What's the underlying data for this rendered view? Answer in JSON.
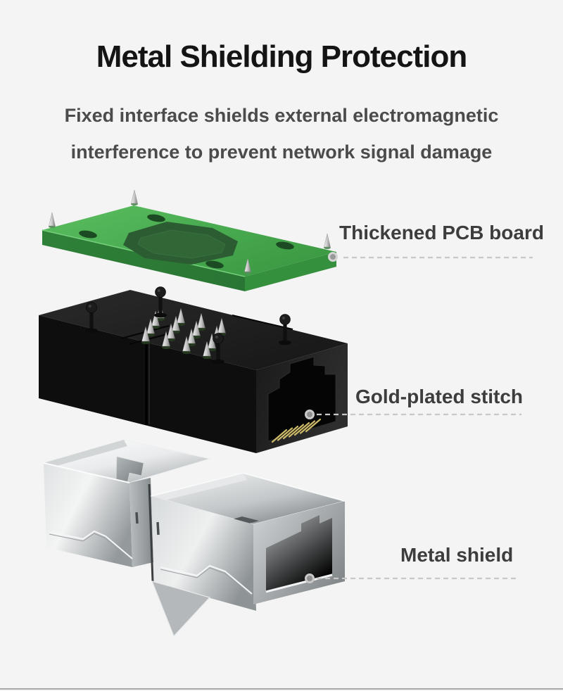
{
  "header": {
    "title": "Metal Shielding Protection",
    "subtitle_line1": "Fixed interface shields external electromagnetic",
    "subtitle_line2": "interference to prevent network signal damage"
  },
  "callouts": {
    "pcb": {
      "label": "Thickened PCB board"
    },
    "stitch": {
      "label": "Gold-plated stitch"
    },
    "shield": {
      "label": "Metal shield"
    }
  },
  "diagram": {
    "type": "exploded-view",
    "parts": [
      {
        "id": "pcb-board",
        "callout": "Thickened PCB board",
        "color": "#42a44b"
      },
      {
        "id": "connector-housing",
        "callout": "Gold-plated stitch",
        "color": "#161616",
        "pin_color": "#cdbb6a"
      },
      {
        "id": "metal-shield",
        "callout": "Metal shield",
        "color": "#c6cacc"
      }
    ]
  },
  "colors": {
    "background": "#f4f4f4",
    "title": "#141414",
    "subtitle": "#4b4b4b",
    "callout_text": "#3d3d3d",
    "leader_line": "#c8c8c8"
  }
}
